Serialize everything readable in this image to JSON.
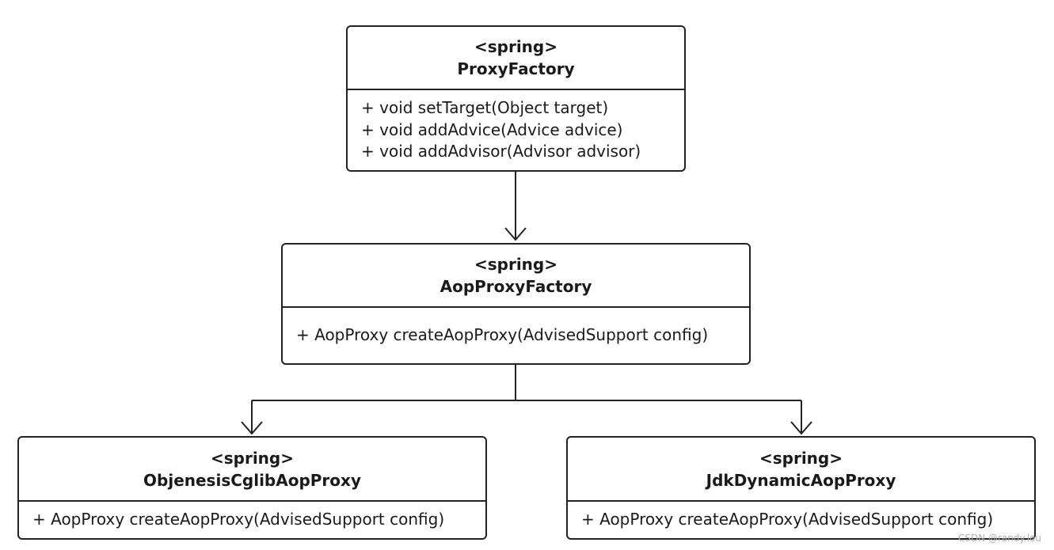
{
  "classes": {
    "proxy_factory": {
      "stereotype": "<spring>",
      "name": "ProxyFactory",
      "methods": [
        "+ void setTarget(Object target)",
        "+ void addAdvice(Advice advice)",
        "+ void addAdvisor(Advisor advisor)"
      ]
    },
    "aop_proxy_factory": {
      "stereotype": "<spring>",
      "name": "AopProxyFactory",
      "methods": [
        "+ AopProxy createAopProxy(AdvisedSupport config)"
      ]
    },
    "objenesis_cglib_aop_proxy": {
      "stereotype": "<spring>",
      "name": "ObjenesisCglibAopProxy",
      "methods": [
        "+ AopProxy createAopProxy(AdvisedSupport config)"
      ]
    },
    "jdk_dynamic_aop_proxy": {
      "stereotype": "<spring>",
      "name": "JdkDynamicAopProxy",
      "methods": [
        "+ AopProxy createAopProxy(AdvisedSupport config)"
      ]
    }
  },
  "edges": [
    {
      "from": "ProxyFactory",
      "to": "AopProxyFactory"
    },
    {
      "from": "AopProxyFactory",
      "to": "ObjenesisCglibAopProxy"
    },
    {
      "from": "AopProxyFactory",
      "to": "JdkDynamicAopProxy"
    }
  ],
  "watermark": "CSDN @randy.lou",
  "colors": {
    "stroke": "#222222",
    "background": "#ffffff",
    "watermark": "#b0b0b0"
  }
}
